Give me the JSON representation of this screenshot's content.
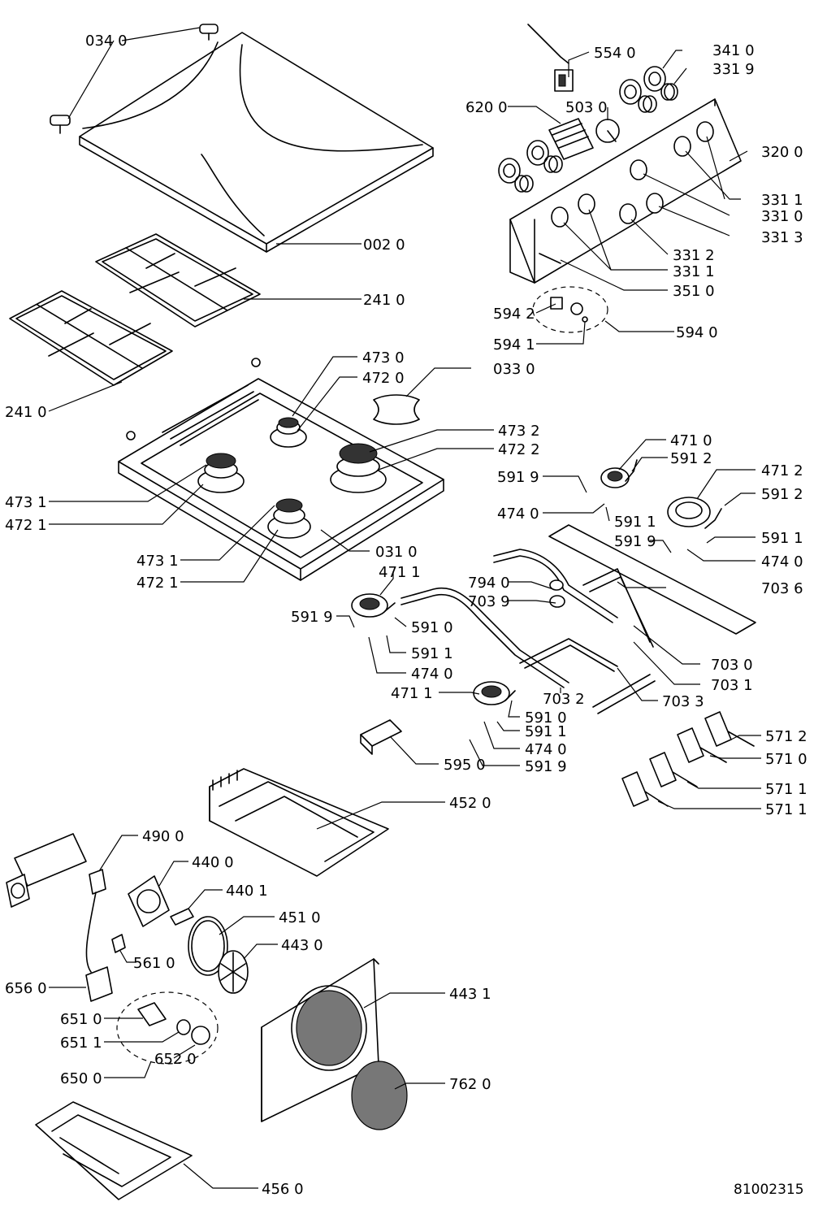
{
  "document_number": "81002315",
  "labels": {
    "l0340": "034 0",
    "l0020": "002 0",
    "l2410a": "241 0",
    "l2410b": "241 0",
    "l5540": "554 0",
    "l3410": "341 0",
    "l3319": "331 9",
    "l6200": "620 0",
    "l5030": "503 0",
    "l3200": "320 0",
    "l3311a": "331 1",
    "l3310": "331 0",
    "l3313": "331 3",
    "l3312": "331 2",
    "l3311b": "331 1",
    "l3510": "351 0",
    "l5942": "594 2",
    "l5941": "594 1",
    "l5940": "594 0",
    "l4730": "473 0",
    "l4720": "472 0",
    "l0330": "033 0",
    "l4732": "473 2",
    "l4722": "472 2",
    "l4731a": "473 1",
    "l4721a": "472 1",
    "l0310": "031 0",
    "l4731b": "473 1",
    "l4721b": "472 1",
    "l4710": "471 0",
    "l5912a": "591 2",
    "l5919a": "591 9",
    "l4740a": "474 0",
    "l5911a": "591 1",
    "l4712": "471 2",
    "l5912b": "591 2",
    "l5919b": "591 9",
    "l5911b": "591 1",
    "l4740b": "474 0",
    "l7036": "703 6",
    "l4711a": "471 1",
    "l7940": "794 0",
    "l7039": "703 9",
    "l5910a": "591 0",
    "l5919c": "591 9",
    "l5911c": "591 1",
    "l4740c": "474 0",
    "l7030": "703 0",
    "l7031": "703 1",
    "l4711b": "471 1",
    "l7032": "703 2",
    "l7033": "703 3",
    "l5910b": "591 0",
    "l5911d": "591 1",
    "l4740d": "474 0",
    "l5919d": "591 9",
    "l5950": "595 0",
    "l5712": "571 2",
    "l5710": "571 0",
    "l5711a": "571 1",
    "l5711b": "571 1",
    "l4520": "452 0",
    "l4900": "490 0",
    "l4400": "440 0",
    "l4401": "440 1",
    "l4510": "451 0",
    "l4430": "443 0",
    "l5610": "561 0",
    "l6560": "656 0",
    "l4431": "443 1",
    "l6510": "651 0",
    "l6511": "651 1",
    "l6520": "652 0",
    "l6500": "650 0",
    "l7620": "762 0",
    "l4560": "456 0"
  }
}
